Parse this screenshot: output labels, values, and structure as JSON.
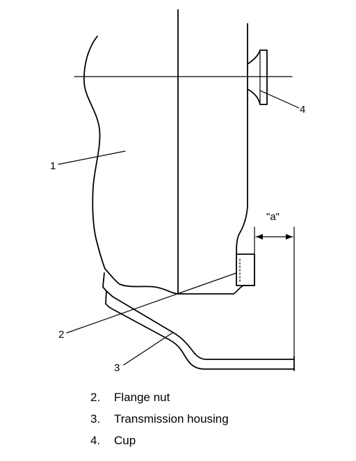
{
  "figure": {
    "callouts": {
      "c1": "1",
      "c2": "2",
      "c3": "3",
      "c4": "4",
      "dimension_a": "\"a\""
    }
  },
  "legend": [
    {
      "number": "2.",
      "label": "Flange nut"
    },
    {
      "number": "3.",
      "label": "Transmission housing"
    },
    {
      "number": "4.",
      "label": "Cup"
    }
  ]
}
